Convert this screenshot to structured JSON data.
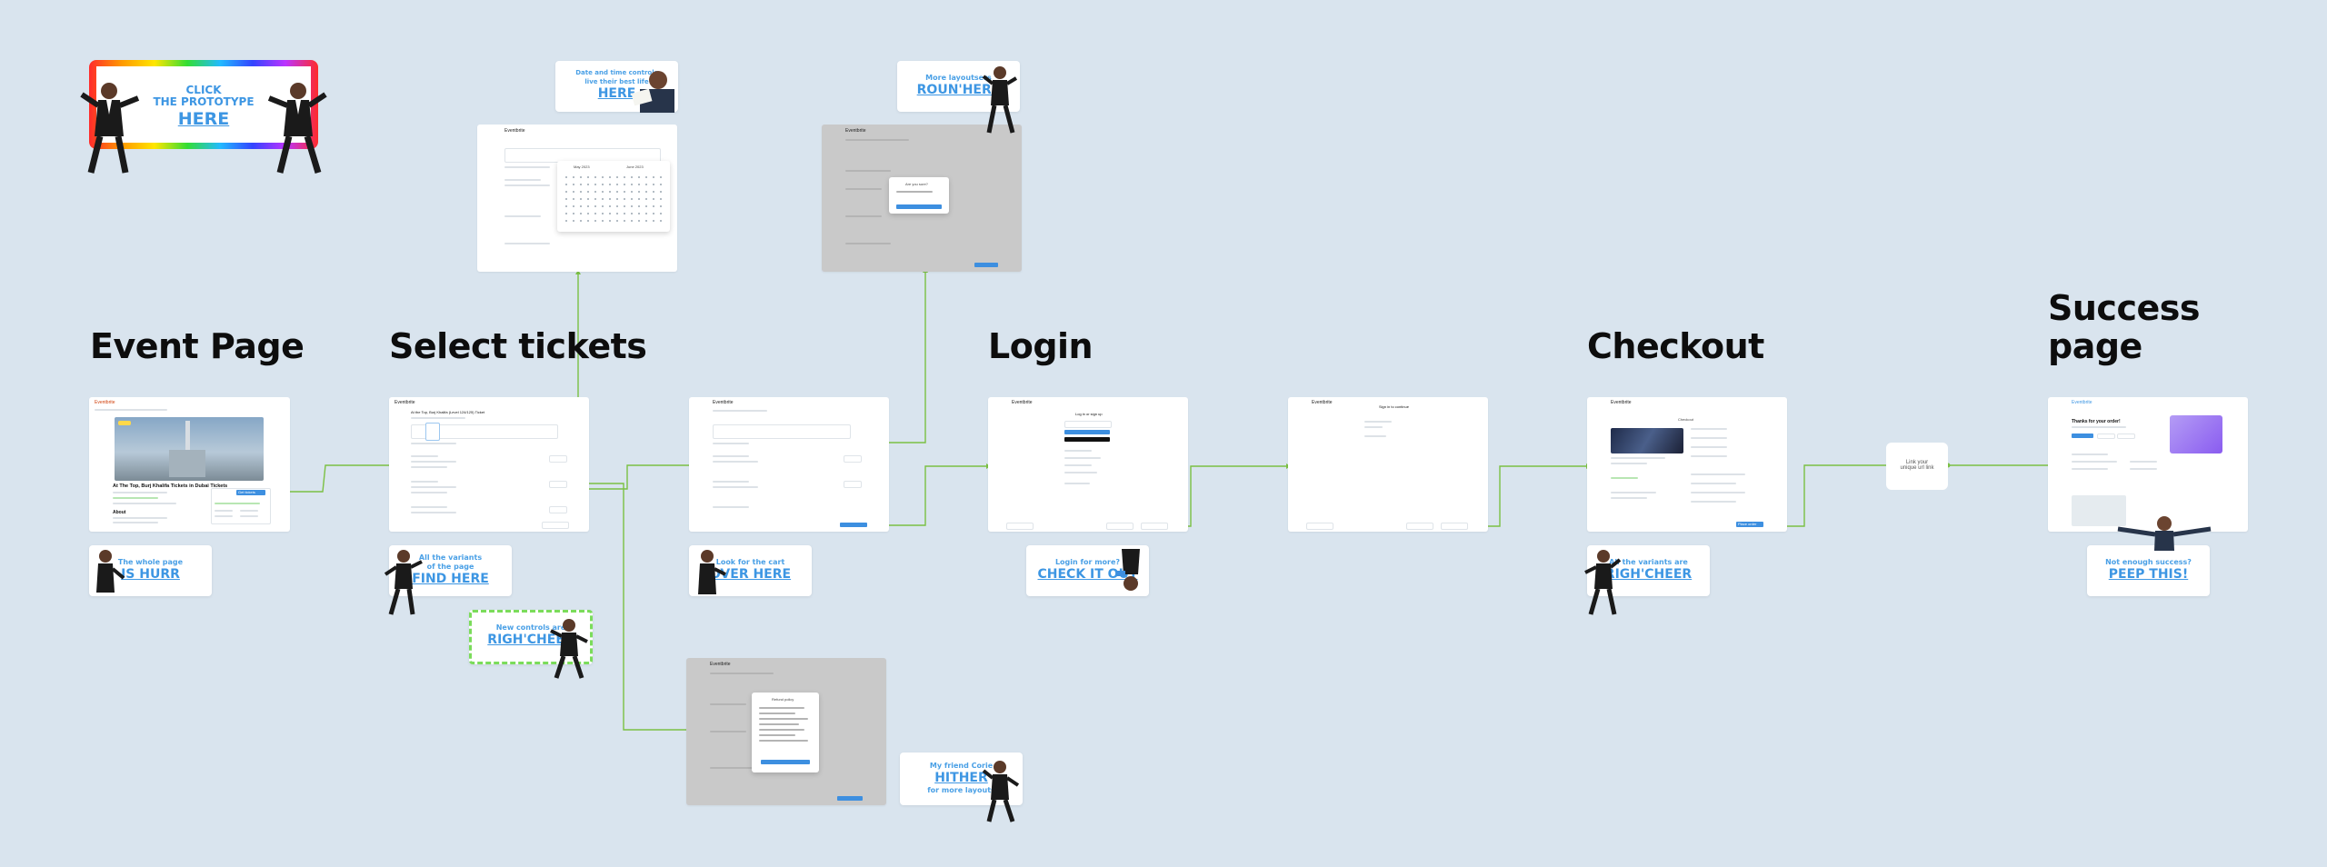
{
  "sections": {
    "event_page": "Event Page",
    "select_tickets": "Select tickets",
    "login": "Login",
    "checkout": "Checkout",
    "success_line1": "Success",
    "success_line2": "page"
  },
  "banner": {
    "line1": "CLICK",
    "line2": "THE PROTOTYPE",
    "line3": "HERE"
  },
  "notes": {
    "date_time": {
      "small1": "Date and time controls",
      "small2": "live their best life",
      "big": "HERE"
    },
    "more_layouts": {
      "small1": "More layoutsers",
      "big": "ROUN'HERE"
    },
    "whole_page": {
      "small1": "The whole page",
      "big": "IS HURR"
    },
    "variants": {
      "small1": "All the variants",
      "small2": "of the page",
      "big": "FIND HERE"
    },
    "new_controls": {
      "small1": "New controls are",
      "big": "RIGH'CHEER"
    },
    "cart": {
      "small1": "Look for the cart",
      "big": "OVER HERE"
    },
    "login": {
      "small1": "Login for more?",
      "big": "CHECK IT OUT"
    },
    "checkout_variants": {
      "small1": "All the variants are",
      "big": "RIGH'CHEER"
    },
    "success": {
      "small1": "Not enough success?",
      "big": "PEEP THIS!"
    },
    "friend_hither": {
      "small1": "My friend Corie",
      "big": "HITHER",
      "small2": "for more layouts"
    }
  },
  "flow_node": {
    "line1": "Link your",
    "line2": "unique url link"
  },
  "frames": {
    "event": {
      "logo": "Eventbrite",
      "title": "At The Top, Burj Khalifa Tickets in Dubai Tickets",
      "cta": "Get tickets",
      "section": "About"
    },
    "tickets": {
      "logo": "Eventbrite",
      "heading": "At the Top, Burj Khalifa (Level 124/125) Ticket"
    },
    "tickets_calendar": {
      "logo": "Eventbrite",
      "month1": "May 2023",
      "month2": "June 2023"
    },
    "tickets_modal": {
      "logo": "Eventbrite",
      "modal_title": "Are you sure?"
    },
    "tickets_cart": {
      "logo": "Eventbrite"
    },
    "tickets_policy": {
      "logo": "Eventbrite",
      "modal_title": "Refund policy"
    },
    "login": {
      "logo": "Eventbrite",
      "heading": "Log in or sign up"
    },
    "login_step2": {
      "logo": "Eventbrite",
      "heading": "Sign in to continue"
    },
    "checkout": {
      "logo": "Eventbrite",
      "heading": "Checkout",
      "button": "Place order"
    },
    "success": {
      "logo": "Eventbrite",
      "heading": "Thanks for your order!"
    }
  },
  "colors": {
    "background": "#d9e4ee",
    "accent": "#3d96e3",
    "connector": "#7bc043",
    "banner_border": "rainbow"
  }
}
